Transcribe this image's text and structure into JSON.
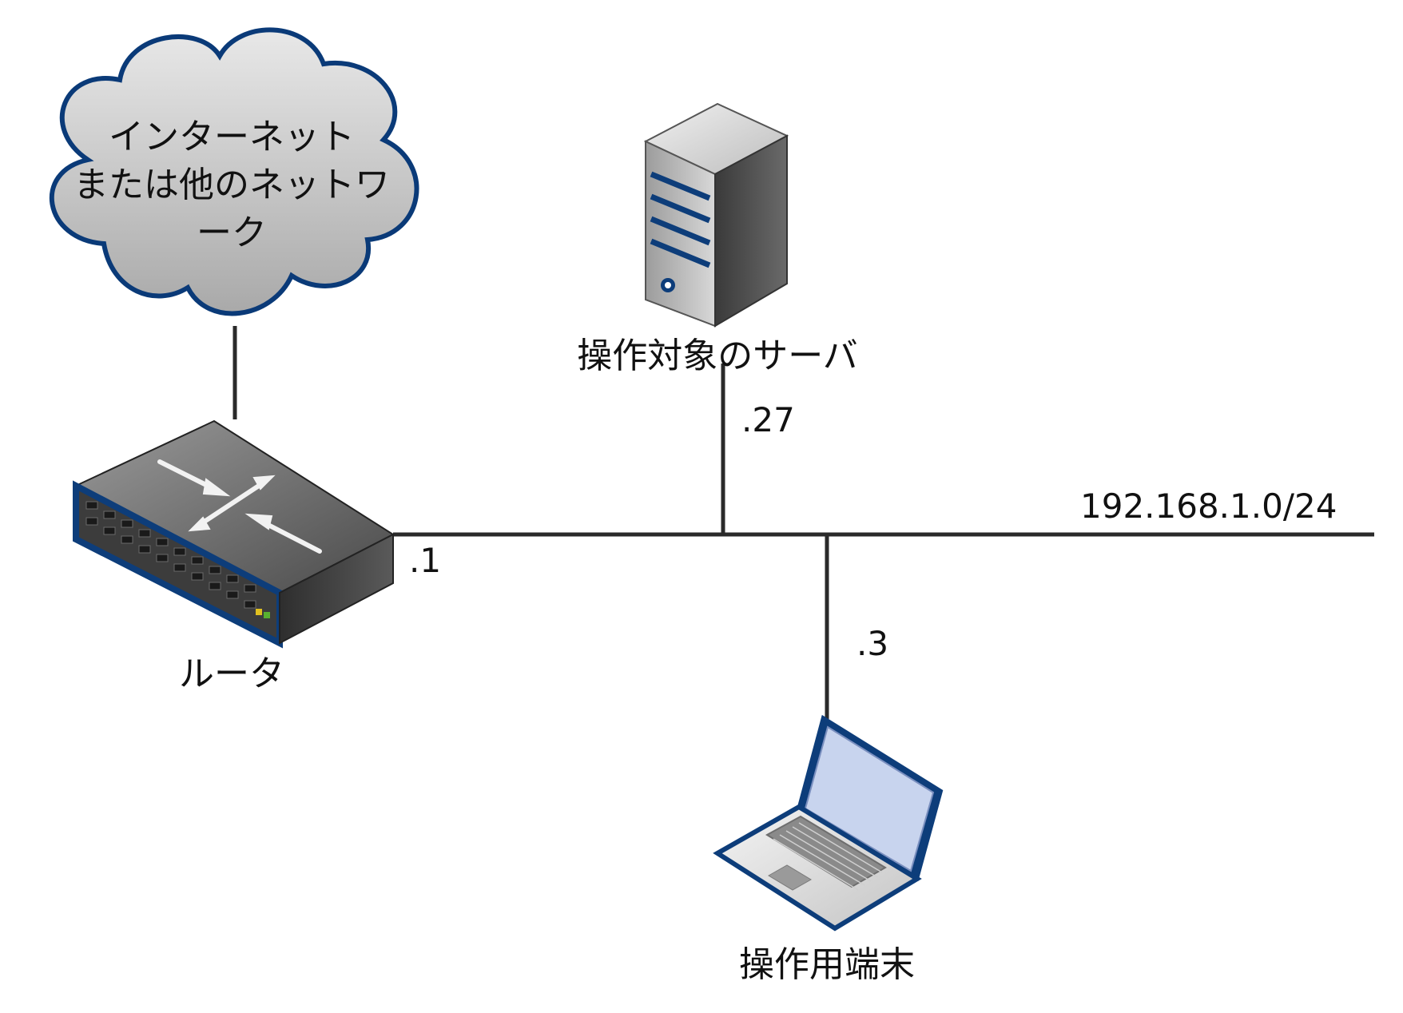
{
  "diagram": {
    "cloud": {
      "label_lines": [
        "インターネット",
        "または他のネットワ",
        "ーク"
      ],
      "fill": "#c9c9c9",
      "stroke": "#0a3a78"
    },
    "router": {
      "label": "ルータ",
      "address": ".1"
    },
    "server": {
      "label": "操作対象のサーバ",
      "address": ".27"
    },
    "terminal": {
      "label": "操作用端末",
      "address": ".3"
    },
    "network": {
      "label": "192.168.1.0/24"
    },
    "colors": {
      "line": "#2a2a2a",
      "device_blue": "#0d3d7a",
      "screen": "#c8d4ee"
    },
    "icons": [
      "cloud-icon",
      "router-icon",
      "server-icon",
      "laptop-icon"
    ]
  }
}
